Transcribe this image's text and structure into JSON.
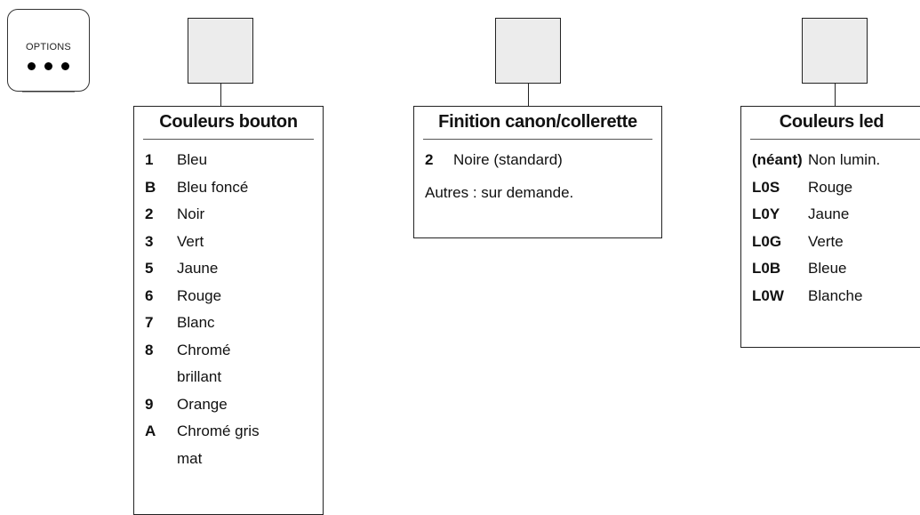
{
  "options_badge": {
    "label": "OPTIONS"
  },
  "panels": [
    {
      "title": "Couleurs bouton",
      "items": [
        {
          "code": "1",
          "label": "Bleu"
        },
        {
          "code": "B",
          "label": "Bleu foncé"
        },
        {
          "code": "2",
          "label": "Noir"
        },
        {
          "code": "3",
          "label": "Vert"
        },
        {
          "code": "5",
          "label": "Jaune"
        },
        {
          "code": "6",
          "label": "Rouge"
        },
        {
          "code": "7",
          "label": "Blanc"
        },
        {
          "code": "8",
          "label": "Chromé",
          "label_cont": "brillant"
        },
        {
          "code": "9",
          "label": "Orange"
        },
        {
          "code": "A",
          "label": "Chromé gris",
          "label_cont": "mat"
        }
      ]
    },
    {
      "title": "Finition canon/collerette",
      "items": [
        {
          "code": "2",
          "label": "Noire (standard)"
        }
      ],
      "note": "Autres : sur demande."
    },
    {
      "title": "Couleurs led",
      "items": [
        {
          "code": "(néant)",
          "label": "Non lumin."
        },
        {
          "code": "L0S",
          "label": "Rouge"
        },
        {
          "code": "L0Y",
          "label": "Jaune"
        },
        {
          "code": "L0G",
          "label": "Verte"
        },
        {
          "code": "L0B",
          "label": "Bleue"
        },
        {
          "code": "L0W",
          "label": "Blanche"
        }
      ]
    }
  ]
}
